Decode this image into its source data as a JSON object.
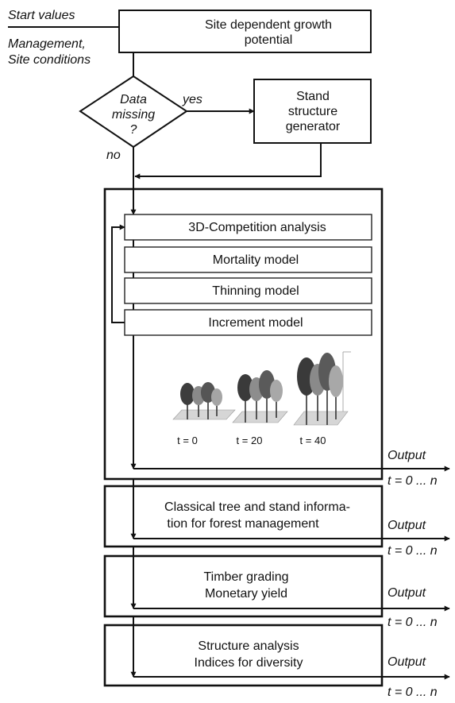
{
  "inputs": {
    "start_values": "Start  values",
    "management": "Management,",
    "site_conditions": "Site conditions"
  },
  "site_box": {
    "line1": "Site dependent growth",
    "line2": "potential"
  },
  "decision": {
    "line1": "Data",
    "line2": "missing",
    "line3": "?",
    "yes": "yes",
    "no": "no"
  },
  "generator_box": {
    "line1": "Stand",
    "line2": "structure",
    "line3": "generator"
  },
  "models": {
    "competition": "3D-Competition analysis",
    "mortality": "Mortality model",
    "thinning": "Thinning model",
    "increment": "Increment model"
  },
  "stand_images": {
    "t0": "t = 0",
    "t20": "t = 20",
    "t40": "t = 40"
  },
  "modules": {
    "classical": {
      "line1": "Classical tree and stand informa-",
      "line2": "tion for forest management"
    },
    "timber": {
      "line1": "Timber grading",
      "line2": "Monetary yield"
    },
    "structure": {
      "line1": "Structure analysis",
      "line2": "Indices for diversity"
    }
  },
  "output": {
    "label": "Output",
    "range": "t = 0 ... n"
  }
}
